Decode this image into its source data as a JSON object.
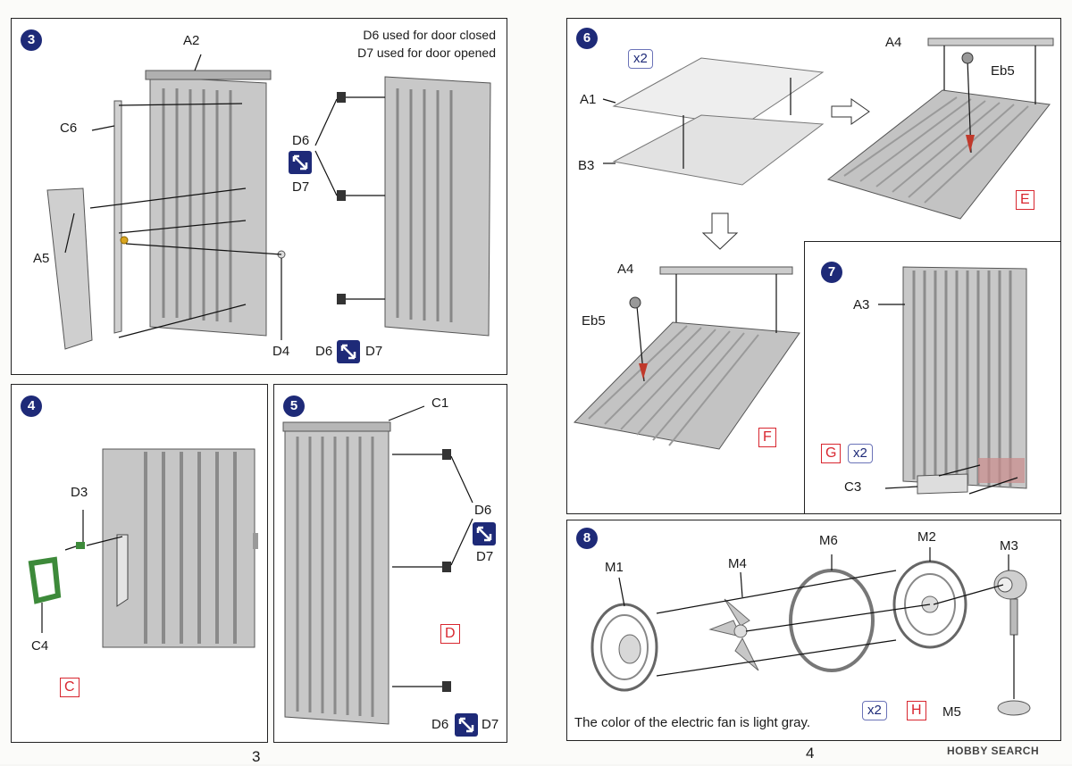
{
  "step3": {
    "num": "3",
    "notes": [
      "D6 used for door closed",
      "D7 used for door opened"
    ],
    "labels": {
      "a2": "A2",
      "c6": "C6",
      "a5": "A5",
      "d4": "D4",
      "d6": "D6",
      "d7": "D7",
      "d6b": "D6",
      "d7b": "D7"
    }
  },
  "step4": {
    "num": "4",
    "labels": {
      "d3": "D3",
      "c4": "C4"
    },
    "box": "C"
  },
  "step5": {
    "num": "5",
    "labels": {
      "c1": "C1",
      "d6": "D6",
      "d7": "D7",
      "d6b": "D6",
      "d7b": "D7"
    },
    "box": "D"
  },
  "step6": {
    "num": "6",
    "qty": "x2",
    "labels": {
      "a1": "A1",
      "b3": "B3",
      "a4": "A4",
      "eb5": "Eb5",
      "a4b": "A4",
      "eb5b": "Eb5"
    },
    "box_e": "E",
    "box_f": "F"
  },
  "step7": {
    "num": "7",
    "labels": {
      "a3": "A3",
      "c3": "C3"
    },
    "box": "G",
    "qty": "x2"
  },
  "step8": {
    "num": "8",
    "labels": {
      "m1": "M1",
      "m4": "M4",
      "m6": "M6",
      "m2": "M2",
      "m3": "M3",
      "m5": "M5"
    },
    "note": "The color of the electric fan is light gray.",
    "qty": "x2",
    "box": "H"
  },
  "page_numbers": {
    "left": "3",
    "right": "4"
  },
  "watermark": "HOBBY SEARCH"
}
